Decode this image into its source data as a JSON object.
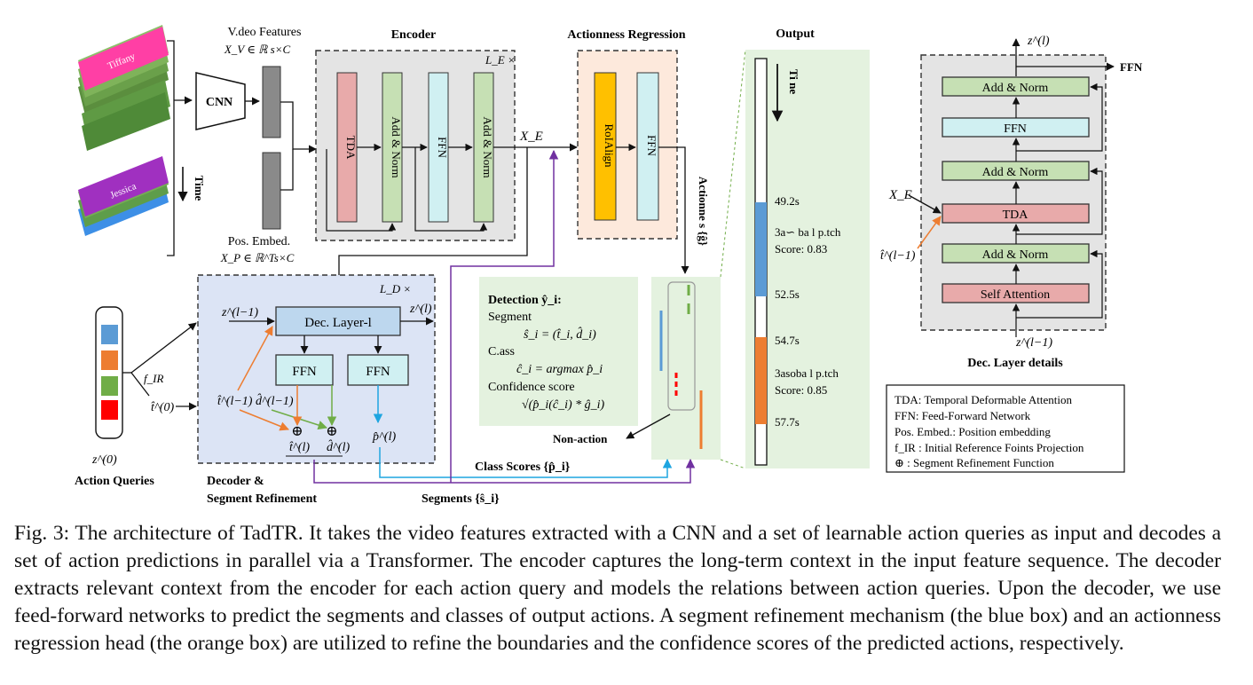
{
  "colors": {
    "encoder_bg": "#e4e4e4",
    "decoder_bg": "#dce4f5",
    "actionness_bg": "#fde9dc",
    "output_bg": "#e4f2df",
    "tda_fill": "#e8aaaa",
    "norm_fill": "#c6e0b4",
    "ffn_fill": "#d0f0f2",
    "roialign_fill": "#ffc000",
    "dec_layer_fill": "#bdd7ee",
    "segment_blue": "#5b9bd5",
    "segment_orange": "#ed7d31",
    "segment_green": "#70ad47",
    "segment_red": "#ff0000",
    "arrow_orange": "#ed7d31",
    "arrow_green": "#70ad47",
    "arrow_cyan": "#1ea5e0",
    "arrow_purple": "#7030a0"
  },
  "input": {
    "video_label_1": "Tiffany",
    "video_label_2": "Jessica",
    "time_label": "Time",
    "cnn_label": "CNN",
    "video_features_title": "V.deo Features",
    "video_features_formula": "X_V ∈ ℝ s×C",
    "pos_embed_title": "Pos. Embed.",
    "pos_embed_formula": "X_P ∈ ℝ^Ts×C"
  },
  "encoder": {
    "title": "Encoder",
    "repeat": "L_E ×",
    "blocks": [
      "TDA",
      "Add & Norm",
      "FFN",
      "Add & Norm"
    ],
    "output_label": "X_E"
  },
  "actionness": {
    "title": "Actionness Regression",
    "blocks": [
      "RoIAlign",
      "FFN"
    ],
    "output_label": "Actionne s {ĝ}"
  },
  "output_panel": {
    "title": "Output",
    "time_axis": "Ti ne",
    "t1": "49.2s",
    "t2": "52.5s",
    "t3": "54.7s",
    "t4": "57.7s",
    "seg1_line1": "3a∽ ba l p.tch",
    "seg1_line2": "Score: 0.83",
    "seg2_line1": "3asoba l p.tch",
    "seg2_line2": "Score: 0.85"
  },
  "decoder": {
    "repeat": "L_D ×",
    "z_in": "z^(l−1)",
    "z_out": "z^(l)",
    "layer_label": "Dec. Layer-l",
    "ffn1": "FFN",
    "ffn2": "FFN",
    "t_prev": "t̂^(l−1)",
    "d_prev": "d̂^(l−1)",
    "t_new": "t̂^(l)",
    "d_new": "d̂^(l)",
    "p_new": "p̂^(l)",
    "title_line1": "Decoder &",
    "title_line2": "Segment Refinement"
  },
  "queries": {
    "f_ir": "f_IR",
    "t_zero": "t̂^(0)",
    "z_zero": "z^(0)",
    "title": "Action Queries",
    "colors": [
      "#5b9bd5",
      "#ed7d31",
      "#70ad47",
      "#ff0000"
    ]
  },
  "detection": {
    "title": "Detection ŷ_i:",
    "segment_label": "Segment",
    "segment_formula": "ŝ_i = (t̂_i, d̂_i)",
    "class_label": "C.ass",
    "class_formula": "ĉ_i = argmax p̂_i",
    "confidence_label": "Confidence score",
    "confidence_formula": "√(p̂_i(ĉ_i) * ĝ_i)"
  },
  "flow_labels": {
    "non_action": "Non-action",
    "class_scores": "Class Scores {p̂_i}",
    "segments": "Segments {ŝ_i}"
  },
  "dec_details": {
    "z_top": "z^(l)",
    "ffn_out": "FFN",
    "blocks": [
      "Add & Norm",
      "FFN",
      "Add & Norm",
      "TDA",
      "Add & Norm",
      "Self Attention"
    ],
    "x_e": "X_E",
    "t_prev": "t̂^(l−1)",
    "z_bottom": "z^(l−1)",
    "title": "Dec. Layer details"
  },
  "legend": [
    "TDA: Temporal Deformable Attention",
    "FFN: Feed-Forward Network",
    "Pos. Embed.:  Position embedding",
    "f_IR : Initial Reference Foints Projection",
    "⊕ :  Segment Refinement Function"
  ],
  "caption": "Fig. 3: The architecture of TadTR. It takes the video features extracted with a CNN and a set of learnable action queries as input and decodes a set of action predictions in parallel via a Transformer. The encoder captures the long-term context in the input feature sequence. The decoder extracts relevant context from the encoder for each action query and models the relations between action queries. Upon the decoder, we use feed-forward networks to predict the segments and classes of output actions. A segment refinement mechanism (the blue box) and an actionness regression head (the orange box) are utilized to refine the boundaries and the confidence scores of the predicted actions, respectively."
}
